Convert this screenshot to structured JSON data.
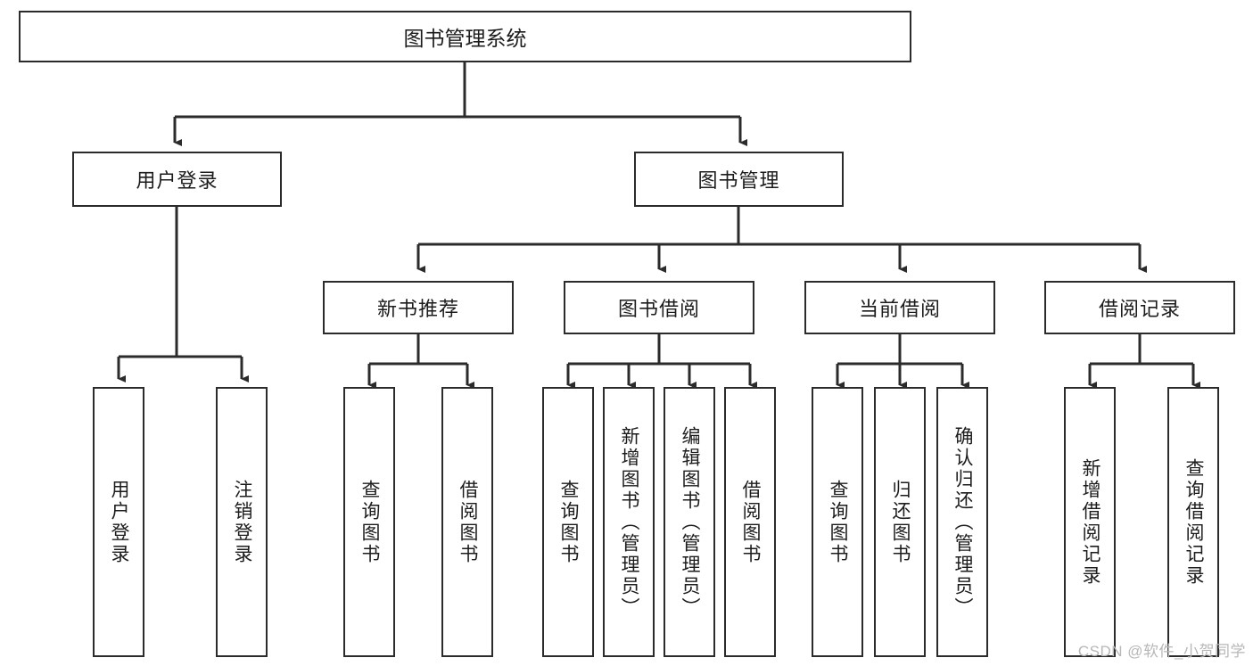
{
  "diagram": {
    "title": "图书管理系统",
    "type": "tree",
    "root": {
      "label": "图书管理系统"
    },
    "level2": [
      {
        "label": "用户登录"
      },
      {
        "label": "图书管理"
      }
    ],
    "level3": [
      {
        "label": "新书推荐"
      },
      {
        "label": "图书借阅"
      },
      {
        "label": "当前借阅"
      },
      {
        "label": "借阅记录"
      }
    ],
    "leaves": {
      "user_login": [
        {
          "label": "用户登录"
        },
        {
          "label": "注销登录"
        }
      ],
      "new_book_recommend": [
        {
          "label": "查询图书"
        },
        {
          "label": "借阅图书"
        }
      ],
      "book_borrow": [
        {
          "label": "查询图书"
        },
        {
          "label": "新增图书（管理员）"
        },
        {
          "label": "编辑图书（管理员）"
        },
        {
          "label": "借阅图书"
        }
      ],
      "current_borrow": [
        {
          "label": "查询图书"
        },
        {
          "label": "归还图书"
        },
        {
          "label": "确认归还（管理员）"
        }
      ],
      "borrow_record": [
        {
          "label": "新增借阅记录"
        },
        {
          "label": "查询借阅记录"
        }
      ]
    }
  },
  "watermark": {
    "text": "CSDN @软件_小贺同学"
  },
  "colors": {
    "stroke": "#2b2b2b",
    "background": "#ffffff",
    "text": "#1c1c1c",
    "watermark": "#b7b7b7"
  }
}
